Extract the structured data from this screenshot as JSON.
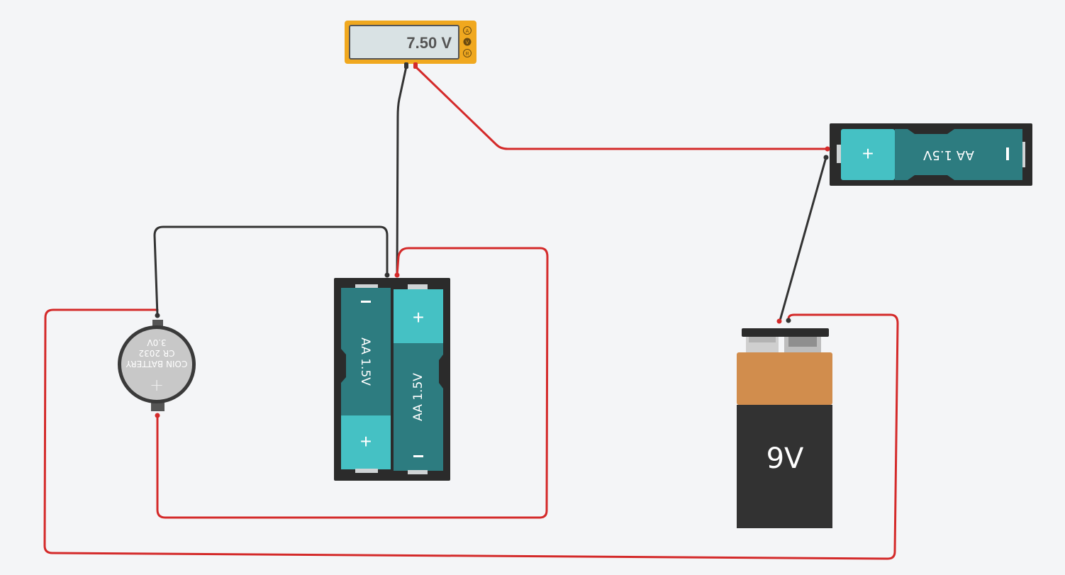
{
  "multimeter": {
    "reading": "7.50 V",
    "modes": [
      "A",
      "V",
      "R"
    ],
    "active_mode": "V"
  },
  "aa_single": {
    "label": "AA 1.5V",
    "plus": "+",
    "minus": "−"
  },
  "aa_pack": {
    "cells": [
      {
        "label": "AA 1.5V",
        "plus": "+",
        "minus": "−"
      },
      {
        "label": "AA 1.5V",
        "plus": "+",
        "minus": "−"
      }
    ]
  },
  "coin_battery": {
    "line1": "COIN BATTERY",
    "line2": "CR 2032",
    "line3": "3.0V",
    "plus": "+"
  },
  "nine_volt": {
    "label": "9V"
  },
  "colors": {
    "background": "#f4f5f7",
    "wire_red": "#d42a2a",
    "wire_black": "#333333",
    "battery_teal": "#2d7c80",
    "battery_light": "#45c1c4",
    "holder": "#2b2b2b",
    "multimeter_body": "#f0a81f",
    "lcd": "#d9e2e4",
    "nine_volt_top": "#d18d4d",
    "nine_volt_bottom": "#323232"
  }
}
